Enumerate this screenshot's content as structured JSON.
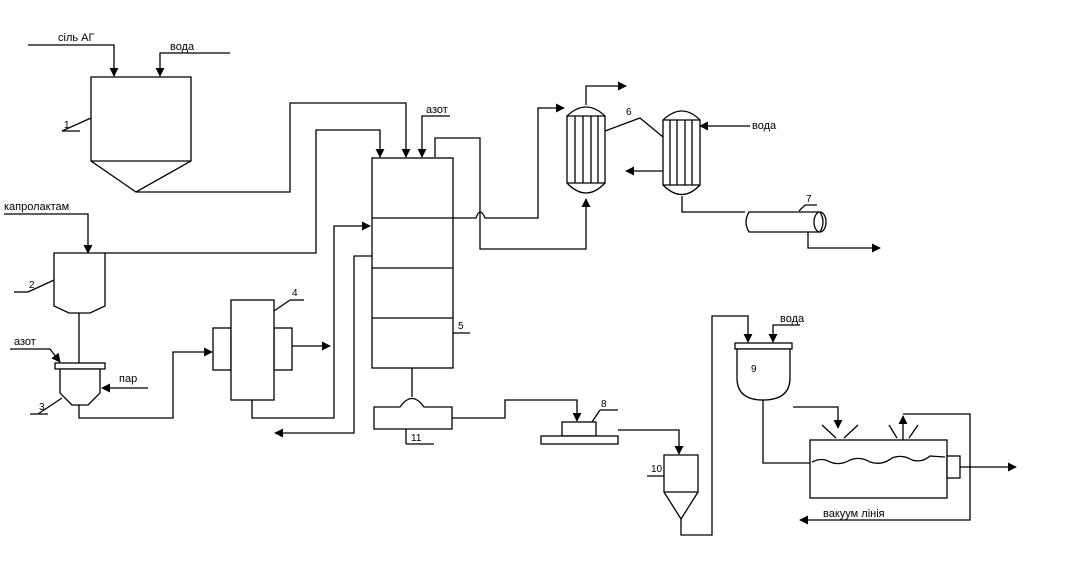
{
  "streams": {
    "salt_ag": "сіль АГ",
    "water_top": "вода",
    "caprolactam": "капролактам",
    "nitrogen_left": "азот",
    "nitrogen_column": "азот",
    "steam": "пар",
    "water_condenser": "вода",
    "water_crystallizer": "вода",
    "vacuum_line": "вакуум лінія"
  },
  "equipment_numbers": [
    "1",
    "2",
    "3",
    "4",
    "5",
    "6",
    "7",
    "8",
    "9",
    "10",
    "11"
  ]
}
